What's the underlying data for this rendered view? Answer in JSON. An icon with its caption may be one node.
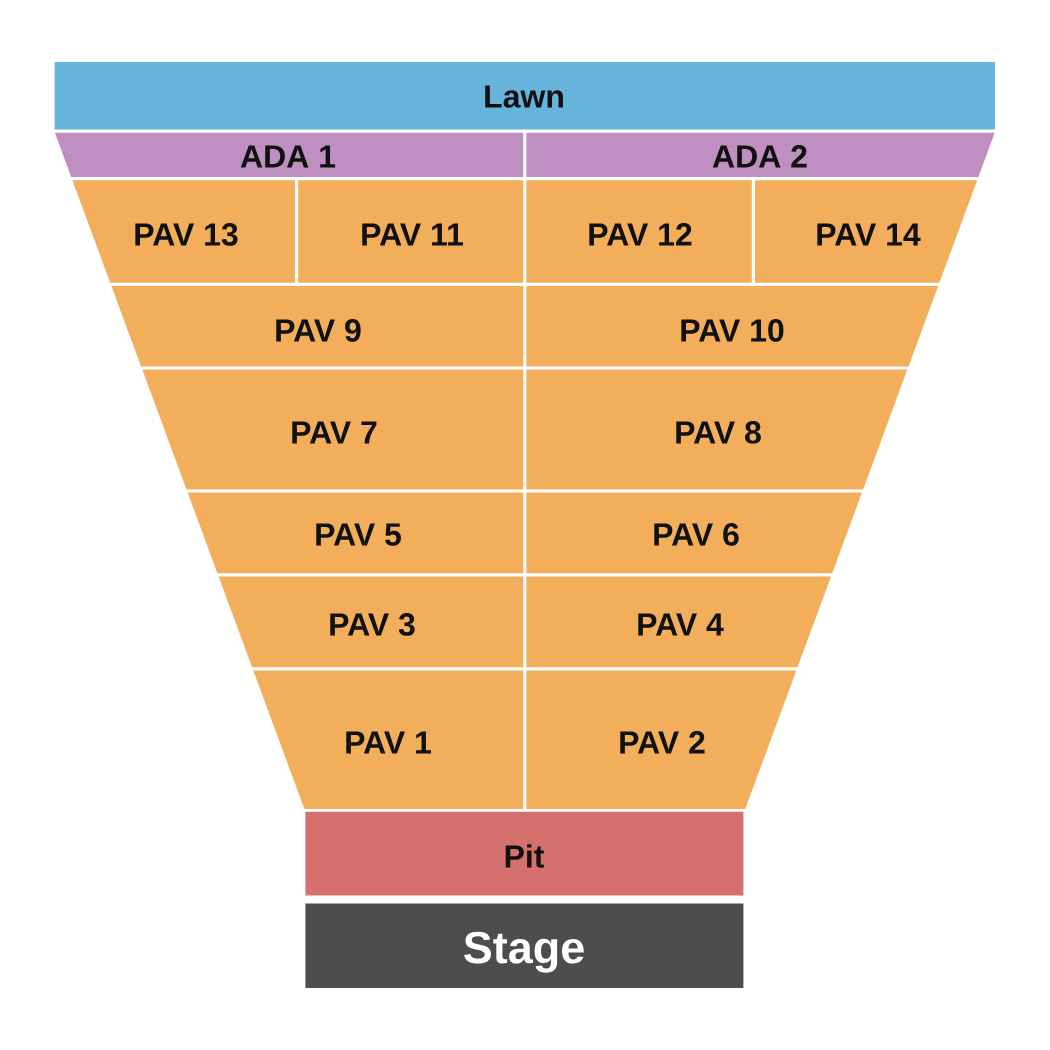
{
  "diagram": {
    "nodes": [
      {
        "text": [
          "Lawn"
        ]
      },
      {
        "text": [
          "ADA 1"
        ]
      },
      {
        "text": [
          "ADA 2"
        ]
      },
      {
        "text": [
          "PAV 13"
        ]
      },
      {
        "text": [
          "PAV 11"
        ]
      },
      {
        "text": [
          "PAV 12"
        ]
      },
      {
        "text": [
          "PAV 14"
        ]
      },
      {
        "text": [
          "PAV 9"
        ]
      },
      {
        "text": [
          "PAV 10"
        ]
      },
      {
        "text": [
          "PAV 7"
        ]
      },
      {
        "text": [
          "PAV 8"
        ]
      },
      {
        "text": [
          "PAV 5"
        ]
      },
      {
        "text": [
          "PAV 6"
        ]
      },
      {
        "text": [
          "PAV 3"
        ]
      },
      {
        "text": [
          "PAV 4"
        ]
      },
      {
        "text": [
          "PAV 1"
        ]
      },
      {
        "text": [
          "PAV 2"
        ]
      },
      {
        "text": [
          "Pit"
        ]
      },
      {
        "text": [
          "Stage"
        ]
      }
    ]
  }
}
